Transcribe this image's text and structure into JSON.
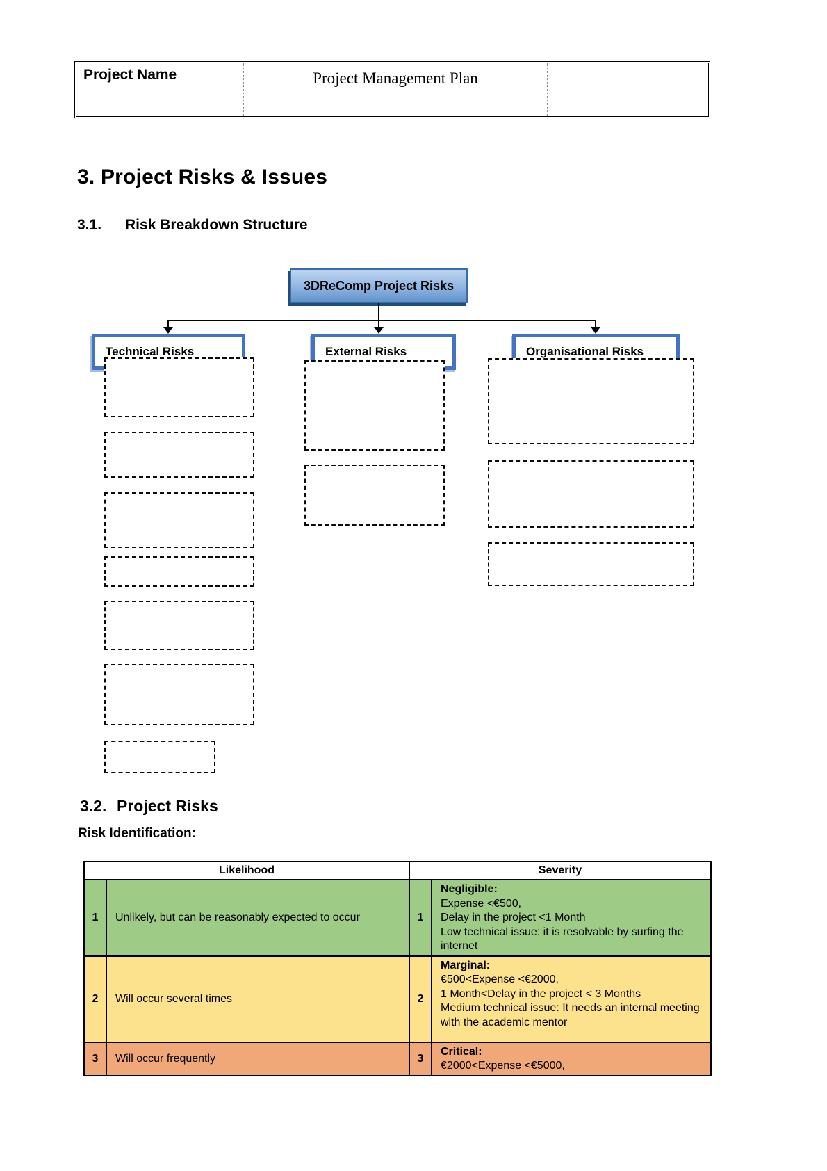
{
  "header": {
    "project_name_label": "Project Name",
    "document_title": "Project Management Plan"
  },
  "headings": {
    "section": "3. Project Risks & Issues",
    "sub1_number": "3.1.",
    "sub1_title": "Risk Breakdown Structure",
    "sub2_number": "3.2.",
    "sub2_title": "Project Risks",
    "risk_identification": "Risk Identification:"
  },
  "diagram": {
    "root_label": "3DReComp Project Risks",
    "categories": [
      {
        "label": "Technical Risks",
        "placeholder_count": 7
      },
      {
        "label": "External Risks",
        "placeholder_count": 2
      },
      {
        "label": "Organisational Risks",
        "placeholder_count": 3
      }
    ],
    "colors": {
      "box_border_blue": "#4472C4",
      "root_gradient_top": "#BCD6F0",
      "root_gradient_bottom": "#6193CC",
      "root_shadow": "#1F4E79"
    }
  },
  "risk_table": {
    "column_headers": [
      "Likelihood",
      "Severity"
    ],
    "rows": [
      {
        "likelihood_level": "1",
        "likelihood_text": "Unlikely, but can be reasonably expected to occur",
        "severity_level": "1",
        "severity_title": "Negligible:",
        "severity_lines": [
          "Expense <€500,",
          "Delay in the project <1 Month",
          "Low technical issue: it is resolvable by surfing the internet"
        ],
        "row_color": "#9ECB86"
      },
      {
        "likelihood_level": "2",
        "likelihood_text": "Will occur several times",
        "severity_level": "2",
        "severity_title": "Marginal:",
        "severity_lines": [
          "€500<Expense <€2000,",
          "1 Month<Delay in the project < 3 Months",
          "Medium technical issue: It needs an internal meeting with the academic mentor"
        ],
        "row_color": "#FCE28C"
      },
      {
        "likelihood_level": "3",
        "likelihood_text": "Will occur frequently",
        "severity_level": "3",
        "severity_title": "Critical:",
        "severity_lines": [
          "€2000<Expense <€5000,"
        ],
        "row_color": "#F0A878"
      }
    ]
  }
}
